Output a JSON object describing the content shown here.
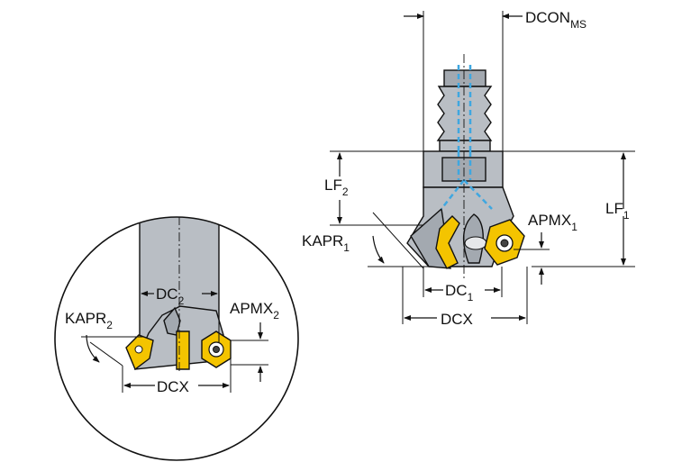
{
  "labels": {
    "dcon": "DCON",
    "dcon_sub": "MS",
    "lf2": "LF",
    "lf2_sub": "2",
    "lf1": "LF",
    "lf1_sub": "1",
    "kapr1": "KAPR",
    "kapr1_sub": "1",
    "apmx1": "APMX",
    "apmx1_sub": "1",
    "dc1": "DC",
    "dc1_sub": "1",
    "dcx_main": "DCX",
    "dc2": "DC",
    "dc2_sub": "2",
    "kapr2": "KAPR",
    "kapr2_sub": "2",
    "apmx2": "APMX",
    "apmx2_sub": "2",
    "dcx_detail": "DCX"
  },
  "colors": {
    "tool_body": "#b9bec4",
    "insert": "#f4c400",
    "coolant_channel": "#3fa7e0"
  }
}
